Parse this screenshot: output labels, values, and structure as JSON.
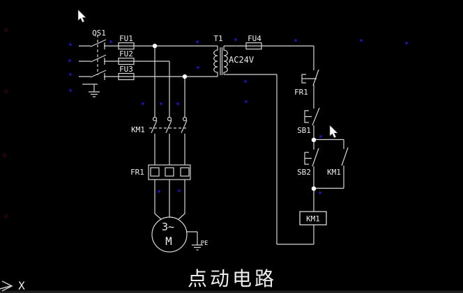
{
  "colors": {
    "background": "#000000",
    "wire": "#d6d6d6",
    "text": "#ededed",
    "blip": "#15159a",
    "title": "#f2f2f2"
  },
  "labels": {
    "disconnect_switch": "QS1",
    "fuse1": "FU1",
    "fuse2": "FU2",
    "fuse3": "FU3",
    "transformer": "T1",
    "fuse4": "FU4",
    "secondary_voltage": "AC24V",
    "thermal_contact": "FR1",
    "stop_button": "SB1",
    "start_button": "SB2",
    "contactor_aux": "KM1",
    "contactor_coil": "KM1",
    "contactor_main": "KM1",
    "thermal_heater": "FR1",
    "motor_phase": "3~",
    "motor_letter": "M",
    "protective_earth": "PE"
  },
  "title": "点动电路",
  "ucs": {
    "x_axis_label": "X"
  }
}
